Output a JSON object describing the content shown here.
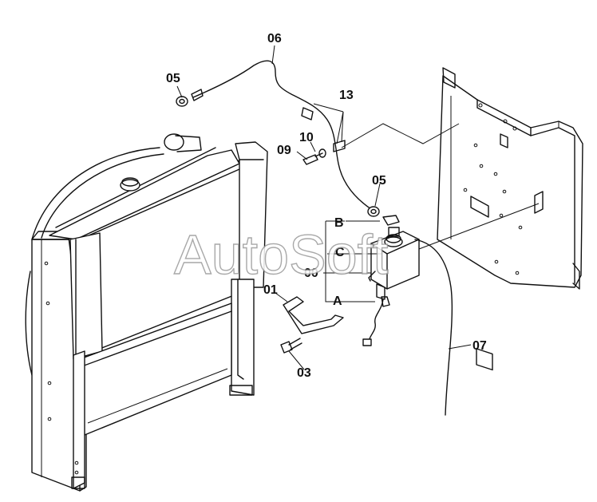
{
  "watermark": "AutoSoft",
  "part_labels": {
    "p06": "06",
    "p05_top": "05",
    "p13": "13",
    "p10": "10",
    "p09": "09",
    "p05_mid": "05",
    "pB": "B",
    "pC": "C",
    "p00": "00",
    "p01": "01",
    "pA": "A",
    "p07": "07",
    "p03": "03"
  }
}
